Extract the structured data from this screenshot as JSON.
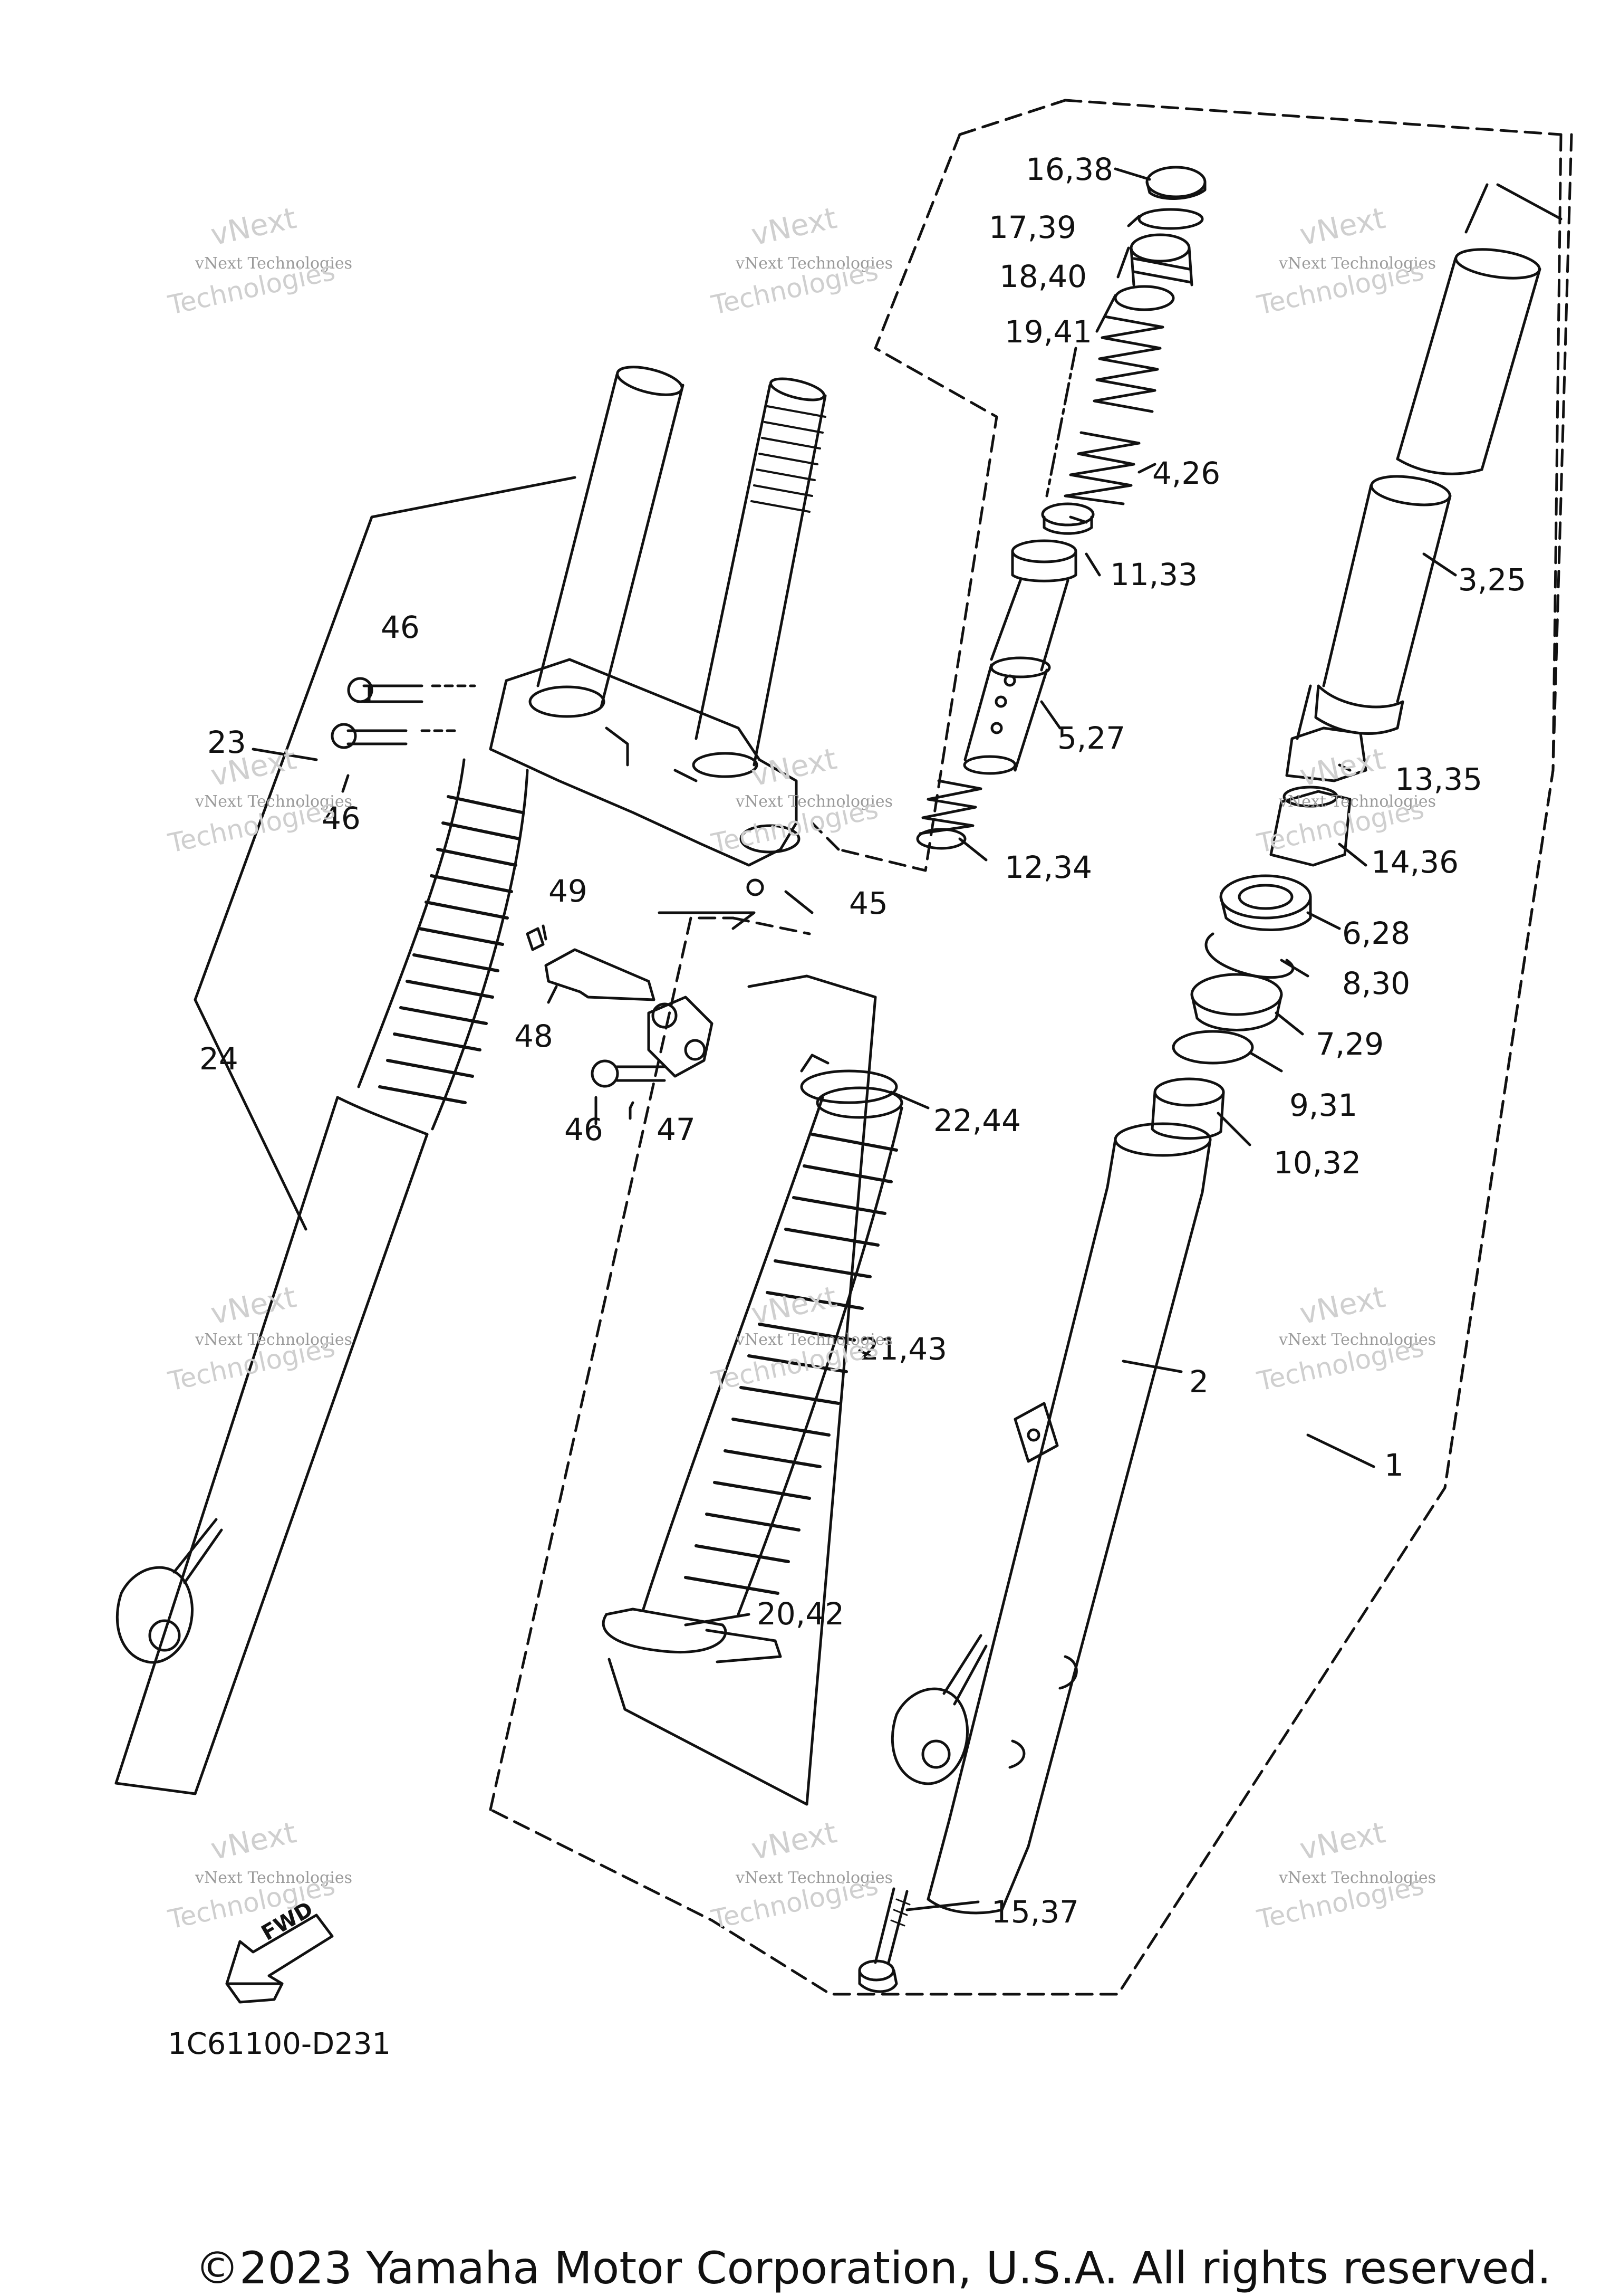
{
  "diagram": {
    "code": "1C61100-D231",
    "copyright": "©2023 Yamaha Motor Corporation, U.S.A. All rights reserved.",
    "fwd_label": "FWD"
  },
  "watermark": {
    "line1": "vNext",
    "line2": "vNext Technologies",
    "line3": "Technologies"
  },
  "callouts": [
    {
      "id": "c1",
      "text": "16,38"
    },
    {
      "id": "c2",
      "text": "17,39"
    },
    {
      "id": "c3",
      "text": "18,40"
    },
    {
      "id": "c4",
      "text": "19,41"
    },
    {
      "id": "c5",
      "text": "4,26"
    },
    {
      "id": "c6",
      "text": "11,33"
    },
    {
      "id": "c7",
      "text": "3,25"
    },
    {
      "id": "c8",
      "text": "5,27"
    },
    {
      "id": "c9",
      "text": "13,35"
    },
    {
      "id": "c10",
      "text": "14,36"
    },
    {
      "id": "c11",
      "text": "12,34"
    },
    {
      "id": "c12",
      "text": "6,28"
    },
    {
      "id": "c13",
      "text": "8,30"
    },
    {
      "id": "c14",
      "text": "7,29"
    },
    {
      "id": "c15",
      "text": "9,31"
    },
    {
      "id": "c16",
      "text": "10,32"
    },
    {
      "id": "c17",
      "text": "22,44"
    },
    {
      "id": "c18",
      "text": "21,43"
    },
    {
      "id": "c19",
      "text": "2"
    },
    {
      "id": "c20",
      "text": "1"
    },
    {
      "id": "c21",
      "text": "20,42"
    },
    {
      "id": "c22",
      "text": "15,37"
    },
    {
      "id": "c23",
      "text": "45"
    },
    {
      "id": "c24",
      "text": "49"
    },
    {
      "id": "c25",
      "text": "48"
    },
    {
      "id": "c26",
      "text": "46"
    },
    {
      "id": "c27",
      "text": "47"
    },
    {
      "id": "c28",
      "text": "46"
    },
    {
      "id": "c29",
      "text": "46"
    },
    {
      "id": "c30",
      "text": "23"
    },
    {
      "id": "c31",
      "text": "24"
    }
  ]
}
